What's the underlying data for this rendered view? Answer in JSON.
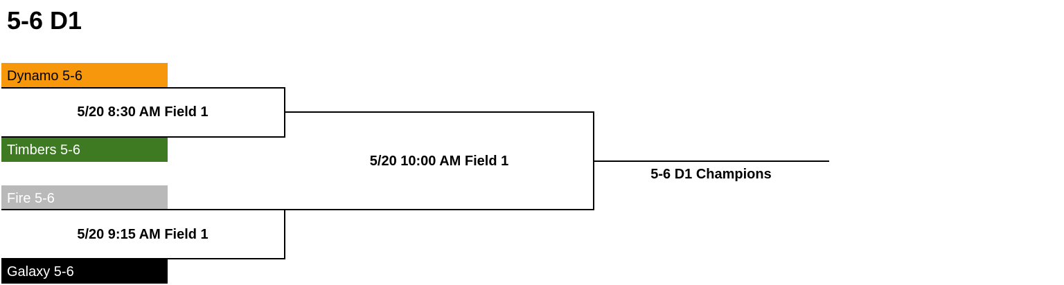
{
  "title": "5-6 D1",
  "teams": [
    {
      "label": "Dynamo 5-6",
      "bg": "#f7980c",
      "fg": "#000000"
    },
    {
      "label": "Timbers 5-6",
      "bg": "#3d7a22",
      "fg": "#ffffff"
    },
    {
      "label": "Fire 5-6",
      "bg": "#b9b9b9",
      "fg": "#ffffff"
    },
    {
      "label": "Galaxy 5-6",
      "bg": "#000000",
      "fg": "#ffffff"
    }
  ],
  "games": {
    "semifinal_1": "5/20 8:30 AM Field 1",
    "semifinal_2": "5/20 9:15 AM Field 1",
    "final": "5/20 10:00 AM Field 1"
  },
  "champion_label": "5-6 D1 Champions"
}
